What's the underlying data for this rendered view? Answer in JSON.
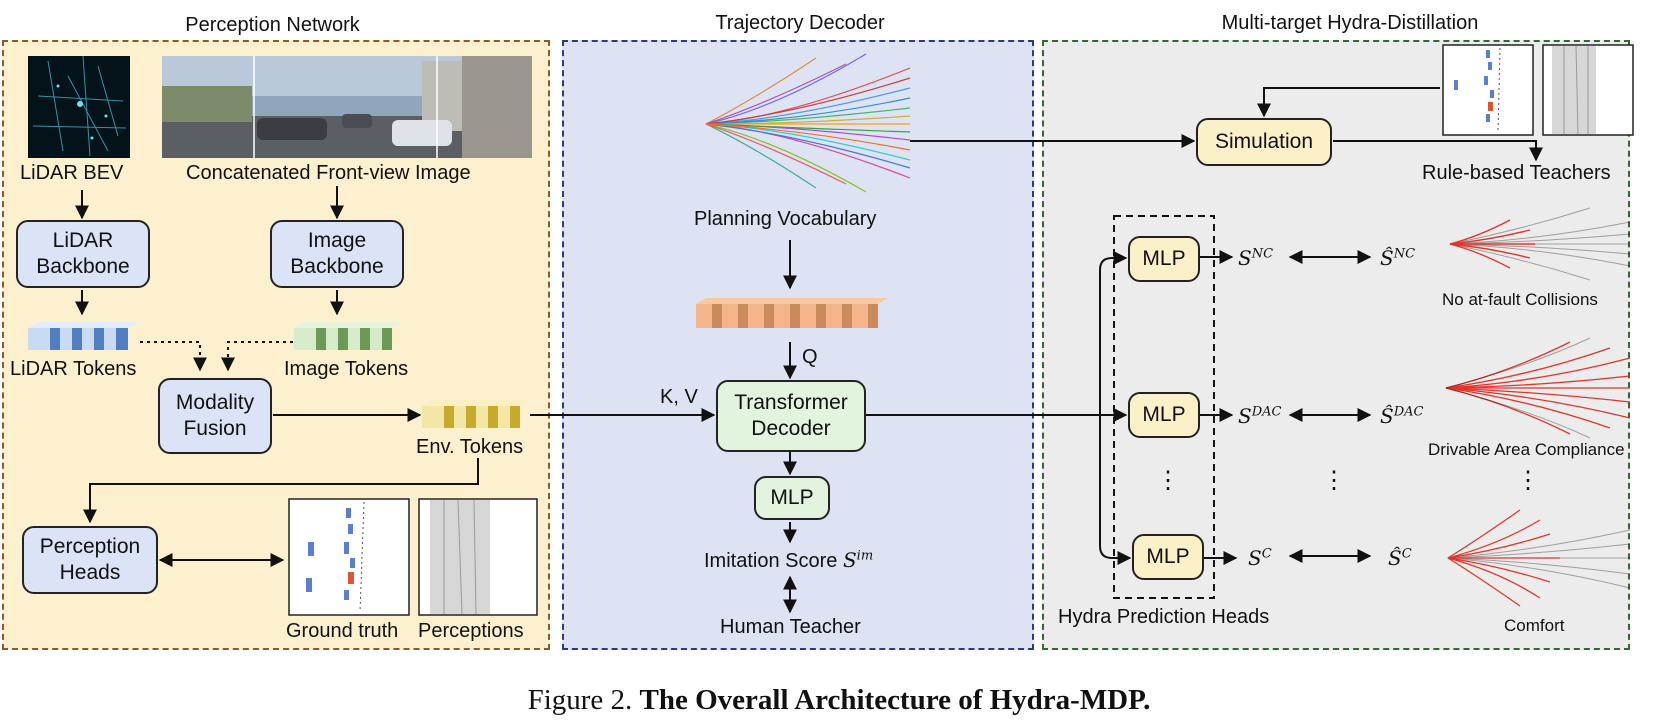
{
  "sections": {
    "perception": "Perception Network",
    "decoder": "Trajectory Decoder",
    "distill": "Multi-target Hydra-Distillation"
  },
  "perception": {
    "lidar_bev": "LiDAR BEV",
    "front_view": "Concatenated Front-view Image",
    "lidar_backbone": "LiDAR\nBackbone",
    "image_backbone": "Image\nBackbone",
    "lidar_tokens": "LiDAR Tokens",
    "image_tokens": "Image Tokens",
    "modality_fusion": "Modality\nFusion",
    "env_tokens": "Env. Tokens",
    "perception_heads": "Perception\nHeads",
    "ground_truth": "Ground truth",
    "perceptions": "Perceptions"
  },
  "decoder": {
    "planning_vocab": "Planning Vocabulary",
    "q": "Q",
    "kv": "K, V",
    "transformer": "Transformer\nDecoder",
    "mlp": "MLP",
    "imitation": "Imitation Score",
    "imitation_sym": "S",
    "imitation_sup": "im",
    "human_teacher": "Human Teacher"
  },
  "distill": {
    "simulation": "Simulation",
    "rule_teachers": "Rule-based Teachers",
    "hydra_heads": "Hydra Prediction Heads",
    "mlp": "MLP",
    "dots": "⋮",
    "rows": [
      {
        "sym": "S",
        "sup": "NC",
        "hat": "Ŝ",
        "label": "No at-fault Collisions"
      },
      {
        "sym": "S",
        "sup": "DAC",
        "hat": "Ŝ",
        "label": "Drivable Area Compliance"
      },
      {
        "sym": "S",
        "sup": "C",
        "hat": "Ŝ",
        "label": "Comfort"
      }
    ]
  },
  "caption": {
    "prefix": "Figure 2.",
    "title": "The Overall Architecture of Hydra-MDP."
  },
  "colors": {
    "perception_bg": "#fcf0cf",
    "perception_border": "#8a5a2e",
    "decoder_bg": "#dde3f3",
    "decoder_border": "#2c3e7a",
    "distill_bg": "#ececec",
    "distill_border": "#2f6b2f",
    "blue_box": "#dbe3f7",
    "green_box": "#e2f3de",
    "yellow_box": "#fcf0c8",
    "red_traj": "#e3342a"
  }
}
